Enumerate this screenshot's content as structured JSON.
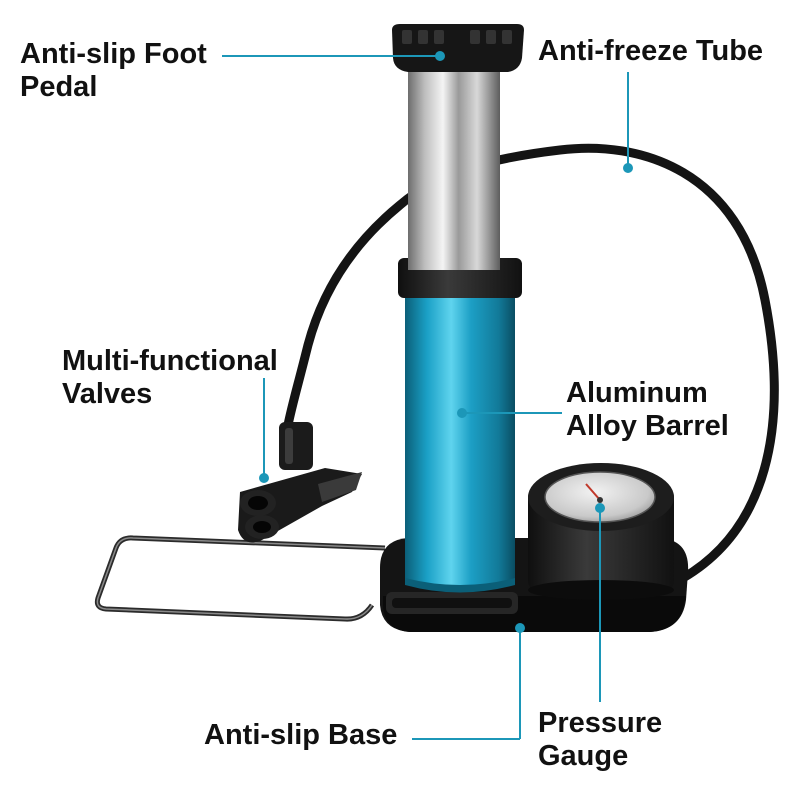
{
  "colors": {
    "leader_line": "#1c97b8",
    "barrel_blue": "#1aa3c8",
    "chrome": "#c8c8c8",
    "rubber": "#1a1a1a"
  },
  "labels": {
    "pedal": {
      "line1": "Anti-slip Foot",
      "line2": "Pedal"
    },
    "tube": {
      "line1": "Anti-freeze Tube"
    },
    "valves": {
      "line1": "Multi-functional",
      "line2": "Valves"
    },
    "barrel": {
      "line1": "Aluminum",
      "line2": "Alloy Barrel"
    },
    "base": {
      "line1": "Anti-slip Base"
    },
    "gauge": {
      "line1": "Pressure",
      "line2": "Gauge"
    }
  }
}
